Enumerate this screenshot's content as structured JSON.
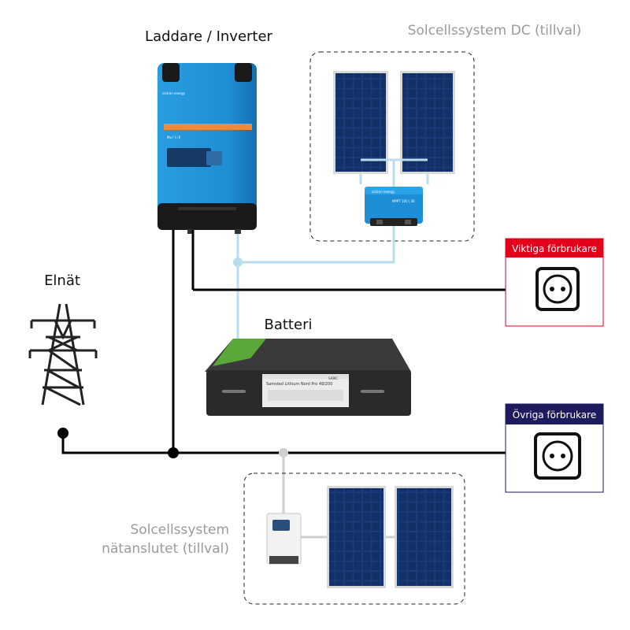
{
  "labels": {
    "inverter": "Laddare / Inverter",
    "solar_dc": "Solcellssystem DC (tillval)",
    "grid": "Elnät",
    "battery": "Batteri",
    "solar_grid_line1": "Solcellssystem",
    "solar_grid_line2": "nätanslutet (tillval)"
  },
  "loads": {
    "important": "Viktiga förbrukare",
    "other": "Övriga förbrukare"
  },
  "product_text": {
    "inverter_brand": "victron energy",
    "inverter_model": "Mu l t i  II",
    "mppt_model": "MPPT 100 | 30",
    "mppt_brand": "victron energy",
    "battery_label": "Samsted Lithium Nord Pro 48/200",
    "battery_brand": "SABIC"
  },
  "colors": {
    "important_accent": "#e3001b",
    "other_accent": "#1d1a5e",
    "victron_blue": "#1e8fd6",
    "dc_line": "#b9dcef",
    "ac_line": "#000000",
    "optional_grey": "#bdbdbd"
  }
}
